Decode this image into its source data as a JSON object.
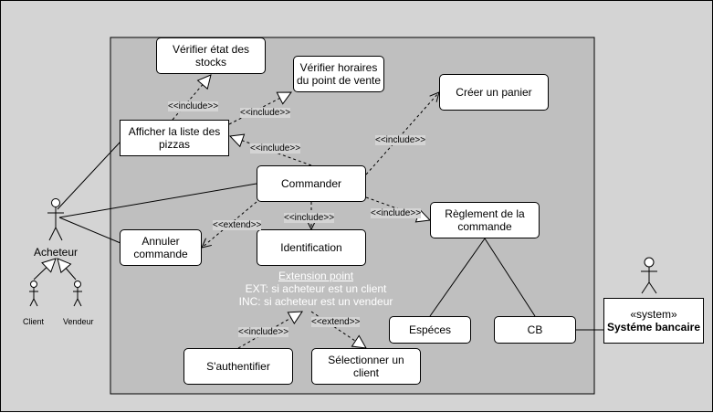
{
  "use_cases": {
    "verifier_stocks": "Vérifier état des stocks",
    "verifier_horaires": "Vérifier horaires du point de vente",
    "creer_panier": "Créer un panier",
    "afficher_pizzas": "Afficher la liste des pizzas",
    "commander": "Commander",
    "reglement": "Règlement de la commande",
    "annuler": "Annuler commande",
    "identification": "Identification",
    "especes": "Espéces",
    "cb": "CB",
    "authentifier": "S'authentifier",
    "selectionner_client": "Sélectionner un client"
  },
  "relations": {
    "include": "<<include>>",
    "extend": "<<extend>>"
  },
  "extension_point": {
    "title": "Extension point",
    "line1": "EXT: si acheteur est un client",
    "line2": "INC: si acheteur est un vendeur"
  },
  "actors": {
    "acheteur": "Acheteur",
    "client": "Client",
    "vendeur": "Vendeur",
    "system_label": "«system»",
    "system_name": "Systéme bancaire"
  },
  "colors": {
    "system_boundary": "#bfbfbf",
    "background": "#d4d4d4",
    "extension_text": "#ffffff"
  }
}
